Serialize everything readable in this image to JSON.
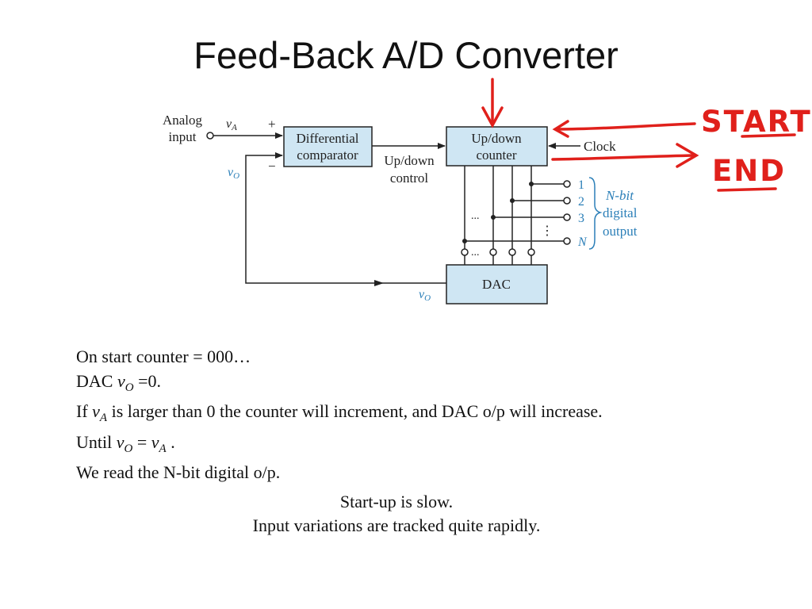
{
  "slide": {
    "title": "Feed-Back A/D Converter"
  },
  "diagram": {
    "input_label_line1": "Analog",
    "input_label_line2": "input",
    "va_label": "v",
    "va_sub": "A",
    "plus_sign": "+",
    "minus_sign": "−",
    "vo_label": "v",
    "vo_sub": "O",
    "comparator_line1": "Differential",
    "comparator_line2": "comparator",
    "control_line1": "Up/down",
    "control_line2": "control",
    "counter_line1": "Up/down",
    "counter_line2": "counter",
    "clock_label": "Clock",
    "dac_label": "DAC",
    "output_numbers": [
      "1",
      "2",
      "3",
      "N"
    ],
    "dots": "...",
    "vdots": "⋮",
    "nbit_line1": "N-bit",
    "nbit_line2": "digital",
    "nbit_line3": "output",
    "colors": {
      "box_fill": "#cfe6f3",
      "label_blue": "#2b7fb8",
      "annotation_red": "#e0201b"
    }
  },
  "annotations": {
    "start_label": "START",
    "end_label": "END"
  },
  "body": {
    "line1": "On start counter = 000…",
    "line2_a": "DAC ",
    "line2_var": "v",
    "line2_sub": "O",
    "line2_b": " =0.",
    "line3_a": "If ",
    "line3_var": "v",
    "line3_sub": "A",
    "line3_b": " is larger than 0 the counter will increment, and DAC o/p will increase.",
    "line4_a": "Until ",
    "line4_var1": "v",
    "line4_sub1": "O",
    "line4_eq": " = ",
    "line4_var2": "v",
    "line4_sub2": "A",
    "line4_b": " .",
    "line5": "We read the N-bit digital o/p."
  },
  "notes": {
    "line1": "Start-up is slow.",
    "line2": "Input variations are tracked quite rapidly."
  }
}
